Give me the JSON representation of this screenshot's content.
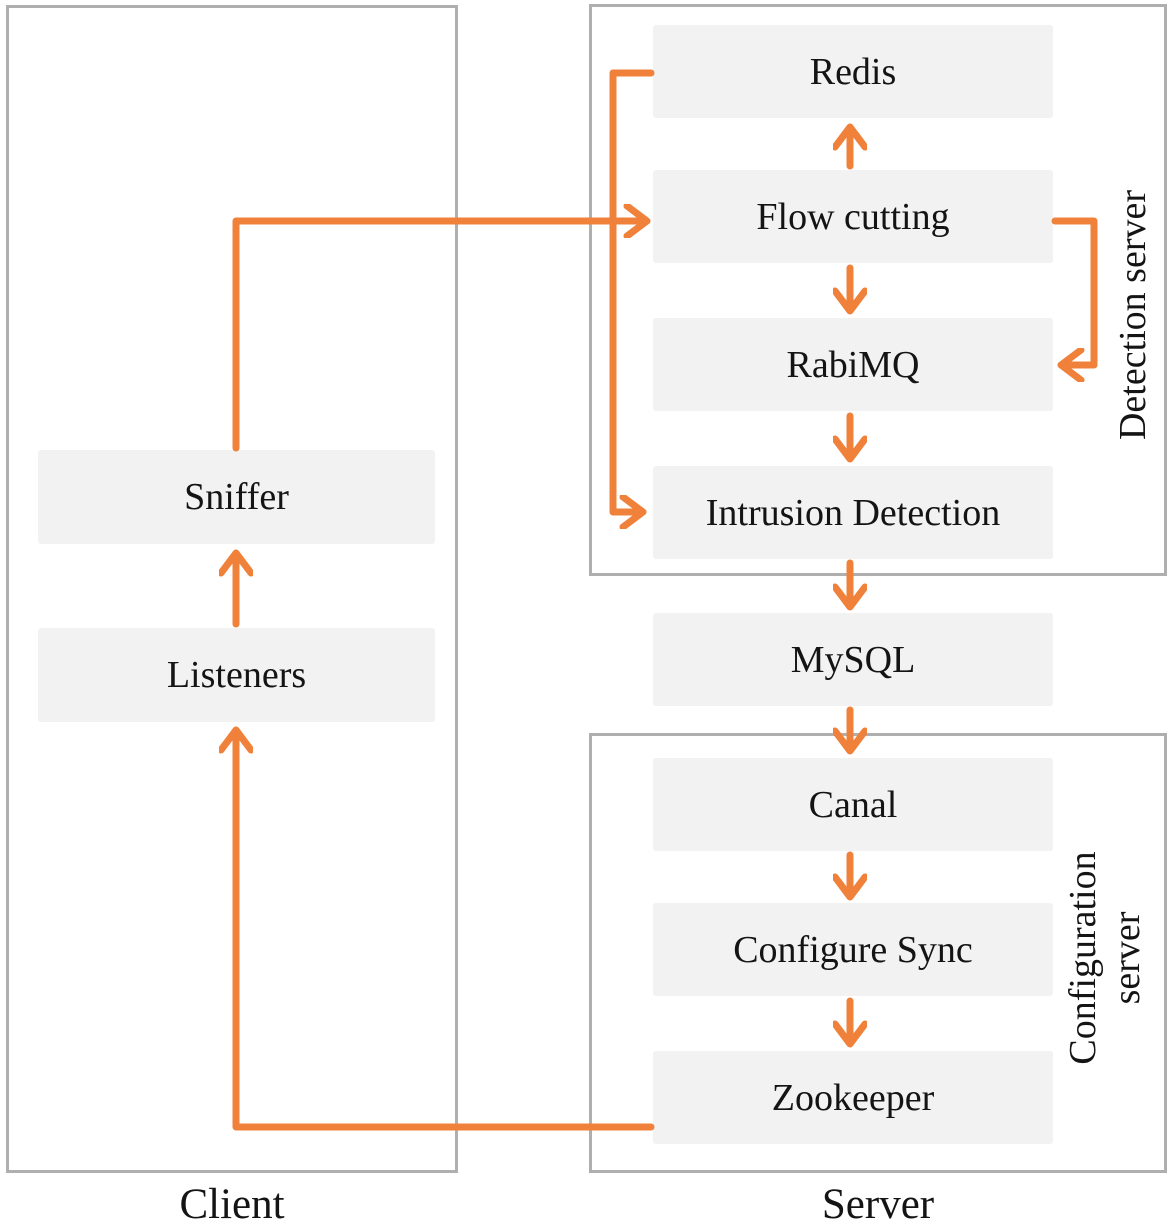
{
  "diagram": {
    "panels": {
      "client": {
        "label": "Client"
      },
      "server": {
        "label": "Server"
      },
      "detection": {
        "label": "Detection server"
      },
      "configuration": {
        "label_line1": "Configuration",
        "label_line2": "server"
      }
    },
    "nodes": {
      "redis": "Redis",
      "flow_cutting": "Flow cutting",
      "rabimq": "RabiMQ",
      "intrusion_detection": "Intrusion Detection",
      "mysql": "MySQL",
      "canal": "Canal",
      "configure_sync": "Configure Sync",
      "zookeeper": "Zookeeper",
      "sniffer": "Sniffer",
      "listeners": "Listeners"
    },
    "edges": [
      {
        "from": "flow_cutting",
        "to": "redis",
        "route": "straight-up"
      },
      {
        "from": "flow_cutting",
        "to": "rabimq",
        "route": "straight-down"
      },
      {
        "from": "flow_cutting",
        "to": "rabimq",
        "route": "right-side-loop"
      },
      {
        "from": "rabimq",
        "to": "intrusion_detection",
        "route": "straight-down"
      },
      {
        "from": "intrusion_detection",
        "to": "mysql",
        "route": "straight-down"
      },
      {
        "from": "mysql",
        "to": "canal",
        "route": "straight-down"
      },
      {
        "from": "canal",
        "to": "configure_sync",
        "route": "straight-down"
      },
      {
        "from": "configure_sync",
        "to": "zookeeper",
        "route": "straight-down"
      },
      {
        "from": "zookeeper",
        "to": "listeners",
        "route": "left-bottom-loop"
      },
      {
        "from": "listeners",
        "to": "sniffer",
        "route": "straight-up"
      },
      {
        "from": "sniffer",
        "to": "flow_cutting",
        "route": "up-then-right"
      },
      {
        "from": "sniffer_to_flow_line",
        "to": "redis",
        "route": "branch-up-elbow"
      },
      {
        "from": "sniffer_to_flow_line",
        "to": "intrusion_detection",
        "route": "branch-down-elbow"
      }
    ],
    "colors": {
      "arrow": "#F0813A",
      "node_fill": "#F2F2F3",
      "frame_border": "#AFAFB0",
      "text": "#141414"
    }
  }
}
